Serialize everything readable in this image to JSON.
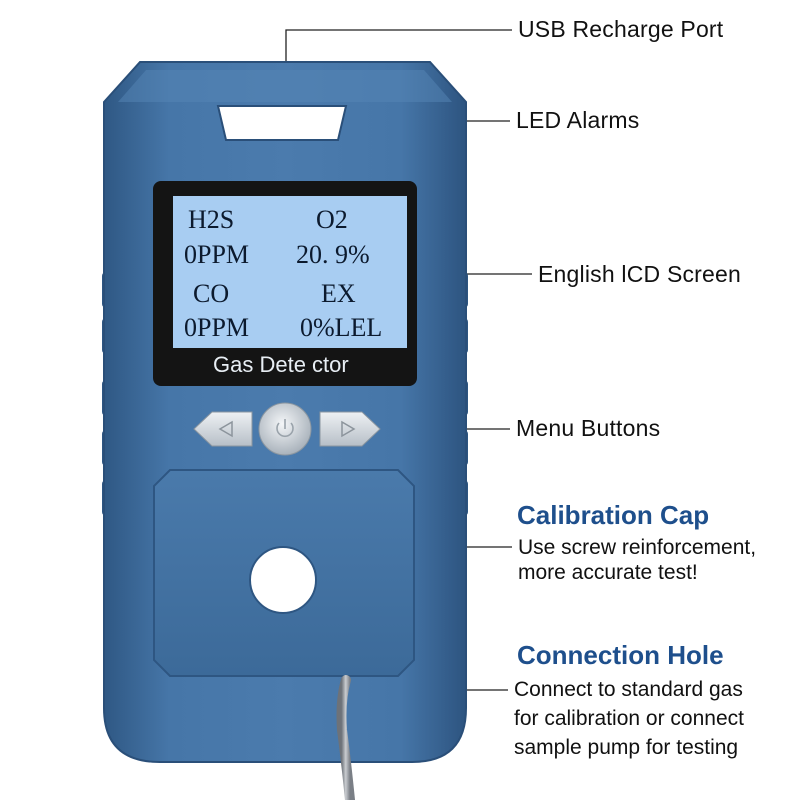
{
  "callouts": {
    "usb": "USB Recharge Port",
    "led": "LED Alarms",
    "lcd": "English lCD Screen",
    "menu": "Menu Buttons",
    "calibration": {
      "title": "Calibration Cap",
      "desc_line1": "Use screw reinforcement,",
      "desc_line2": "more accurate test!"
    },
    "connection": {
      "title": "Connection Hole",
      "desc_line1": "Connect to standard gas",
      "desc_line2": "for calibration or connect",
      "desc_line3": "sample pump for testing"
    }
  },
  "lcd": {
    "row1_left": "H2S",
    "row1_right": "O2",
    "row2_left": "0PPM",
    "row2_right": "20. 9%",
    "row3_left": "CO",
    "row3_right": "EX",
    "row4_left": "0PPM",
    "row4_right": "0%LEL"
  },
  "device": {
    "brand_label": "Gas Dete ctor",
    "body_color": "#3d6a9b",
    "screen_color": "#a8cdf2",
    "heading_color": "#1e4f8c"
  }
}
